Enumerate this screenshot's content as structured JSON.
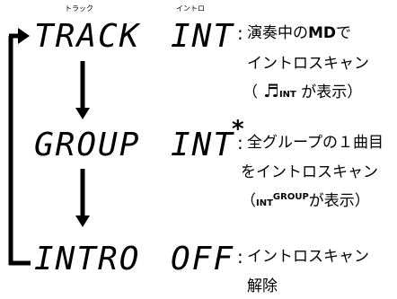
{
  "steps": [
    {
      "mode": "TRACK",
      "mode_ruby": "トラック",
      "setting": "INT",
      "setting_ruby": "イントロ",
      "desc_line1_a": "演奏中の",
      "desc_line1_b": "MD",
      "desc_line1_c": "で",
      "desc_line2": "イントロスキャン",
      "desc_line3_open": "（",
      "desc_line3_note": "♬",
      "desc_line3_int": "INT",
      "desc_line3_rest": " が表示）"
    },
    {
      "mode": "GROUP",
      "setting": "INT",
      "asterisk": "*",
      "desc_line1": "全グループの１曲目",
      "desc_line2": "をイントロスキャン",
      "desc_line3_open": "（",
      "desc_line3_int": "INT",
      "desc_line3_group": "GROUP",
      "desc_line3_rest": "が表示）"
    },
    {
      "mode": "INTRO",
      "setting": "OFF",
      "desc_line1": "イントロスキャン",
      "desc_line2": "解除"
    }
  ],
  "colon": ":"
}
